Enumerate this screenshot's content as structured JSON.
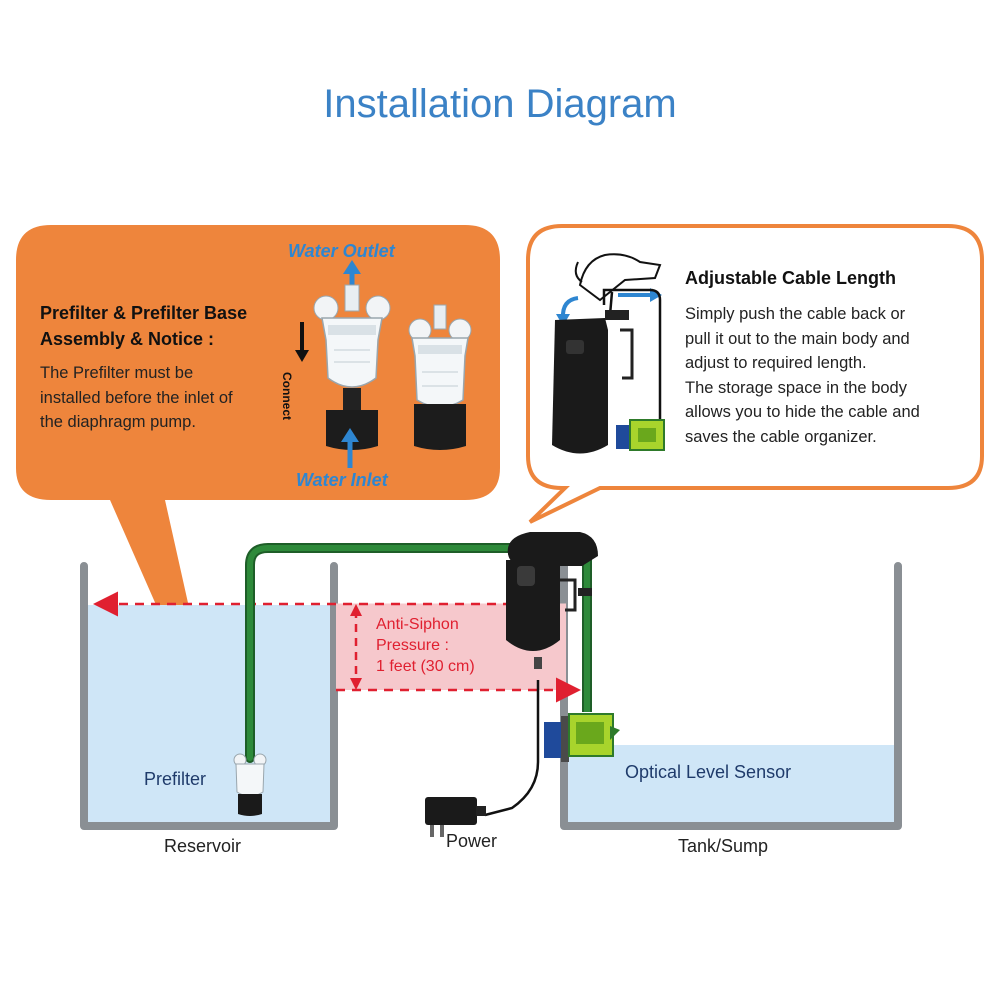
{
  "title": "Installation Diagram",
  "prefilter_box": {
    "heading_line1": "Prefilter & Prefilter Base",
    "heading_line2": "Assembly & Notice :",
    "text_line1": "The Prefilter must be",
    "text_line2": "installed before the inlet of",
    "text_line3": "the diaphragm pump.",
    "water_outlet": "Water Outlet",
    "water_inlet": "Water Inlet",
    "connect": "Connect"
  },
  "cable_box": {
    "heading": "Adjustable Cable Length",
    "lines": [
      "Simply push the cable back or",
      "pull it out to the main body and",
      "adjust to required length.",
      "The storage space in the body",
      "allows you to hide the cable and",
      "saves the cable organizer."
    ]
  },
  "anti_siphon": {
    "line1": "Anti-Siphon",
    "line2": "Pressure :",
    "line3": "1 feet (30 cm)"
  },
  "labels": {
    "prefilter": "Prefilter",
    "reservoir": "Reservoir",
    "power": "Power",
    "tank": "Tank/Sump",
    "sensor": "Optical Level Sensor"
  },
  "colors": {
    "orange": "#ee853c",
    "title_blue": "#3b82c6",
    "water": "#cfe6f7",
    "tube_green": "#2e8a3a",
    "red": "#e02030"
  }
}
